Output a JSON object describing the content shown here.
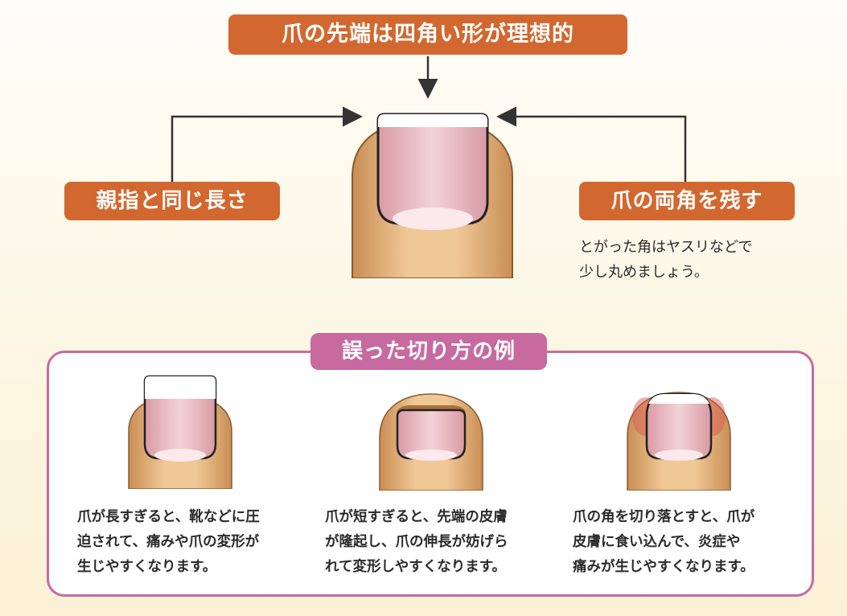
{
  "main_label": "爪の先端は四角い形が理想的",
  "left_label": "親指と同じ長さ",
  "right_label": "爪の両角を残す",
  "right_desc": [
    "とがった角はヤスリなどで",
    "少し丸めましょう。"
  ],
  "wrong_title": "誤った切り方の例",
  "cases": [
    {
      "lines": [
        "爪が長すぎると、靴などに圧",
        "迫されて、痛みや爪の変形が",
        "生じやすくなります。"
      ]
    },
    {
      "lines": [
        "爪が短すぎると、先端の皮膚",
        "が隆起し、爪の伸長が妨げら",
        "れて変形しやすくなります。"
      ]
    },
    {
      "lines": [
        "爪の角を切り落とすと、爪が",
        "皮膚に食い込んで、炎症や",
        "痛みが生じやすくなります。"
      ]
    }
  ],
  "colors": {
    "label_orange": "#d2682f",
    "frame_pink": "#c76aa0",
    "skin": "#e3b37c",
    "nail": "#e9b9c0"
  }
}
